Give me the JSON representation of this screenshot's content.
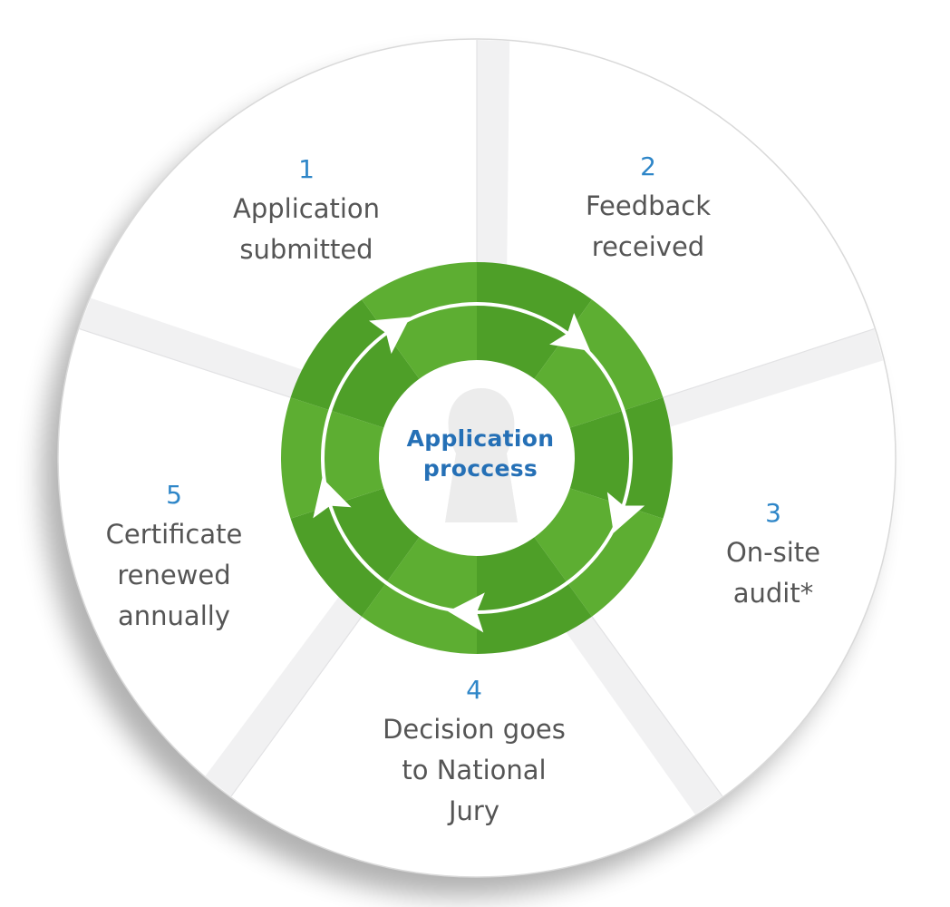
{
  "diagram": {
    "type": "cycle",
    "center_title": [
      "Application",
      "proccess"
    ],
    "direction": "clockwise",
    "steps": [
      {
        "number": "1",
        "lines": [
          "Application",
          "submitted"
        ]
      },
      {
        "number": "2",
        "lines": [
          "Feedback",
          "received"
        ]
      },
      {
        "number": "3",
        "lines": [
          "On-site",
          "audit*"
        ]
      },
      {
        "number": "4",
        "lines": [
          "Decision goes",
          "to National",
          "Jury"
        ]
      },
      {
        "number": "5",
        "lines": [
          "Certificate",
          "renewed",
          "annually"
        ]
      }
    ],
    "arrows": {
      "count": 5,
      "icon": "arrowhead-icon"
    },
    "center_icon": "keyhole-icon"
  },
  "colors": {
    "ring_green": "#5DAE32",
    "ring_green_dark": "#4E9F28",
    "step_number_blue": "#2E86C8",
    "center_title_blue": "#2570B6",
    "label_gray": "#555555",
    "keyhole_gray": "#ECECEC",
    "disc_white": "#FFFFFF"
  }
}
